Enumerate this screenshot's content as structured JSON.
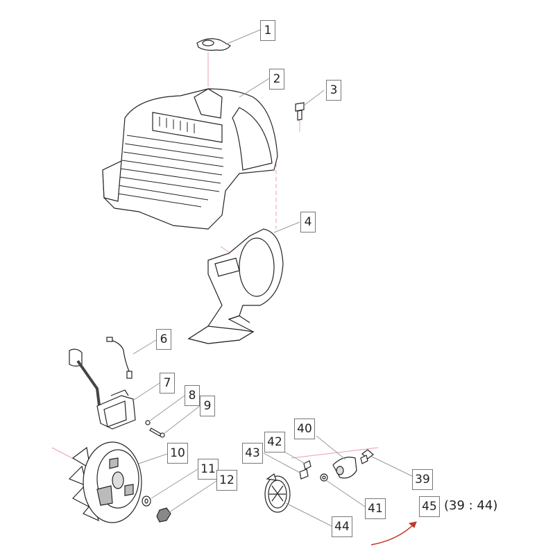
{
  "callouts": [
    {
      "id": "p1",
      "label": "1"
    },
    {
      "id": "p2",
      "label": "2"
    },
    {
      "id": "p3",
      "label": "3"
    },
    {
      "id": "p4",
      "label": "4"
    },
    {
      "id": "p6",
      "label": "6"
    },
    {
      "id": "p7",
      "label": "7"
    },
    {
      "id": "p8",
      "label": "8"
    },
    {
      "id": "p9",
      "label": "9"
    },
    {
      "id": "p10",
      "label": "10"
    },
    {
      "id": "p11",
      "label": "11"
    },
    {
      "id": "p12",
      "label": "12"
    },
    {
      "id": "p39",
      "label": "39"
    },
    {
      "id": "p40",
      "label": "40"
    },
    {
      "id": "p41",
      "label": "41"
    },
    {
      "id": "p42",
      "label": "42"
    },
    {
      "id": "p43",
      "label": "43"
    },
    {
      "id": "p44",
      "label": "44"
    },
    {
      "id": "p45",
      "label": "45"
    }
  ],
  "kit_note": "(39 : 44)",
  "colors": {
    "line": "#222222",
    "leader": "#9a9a9a",
    "axis": "#e8a0a8",
    "arrow": "#c0392b",
    "fill": "#ffffff",
    "dark": "#555555"
  }
}
